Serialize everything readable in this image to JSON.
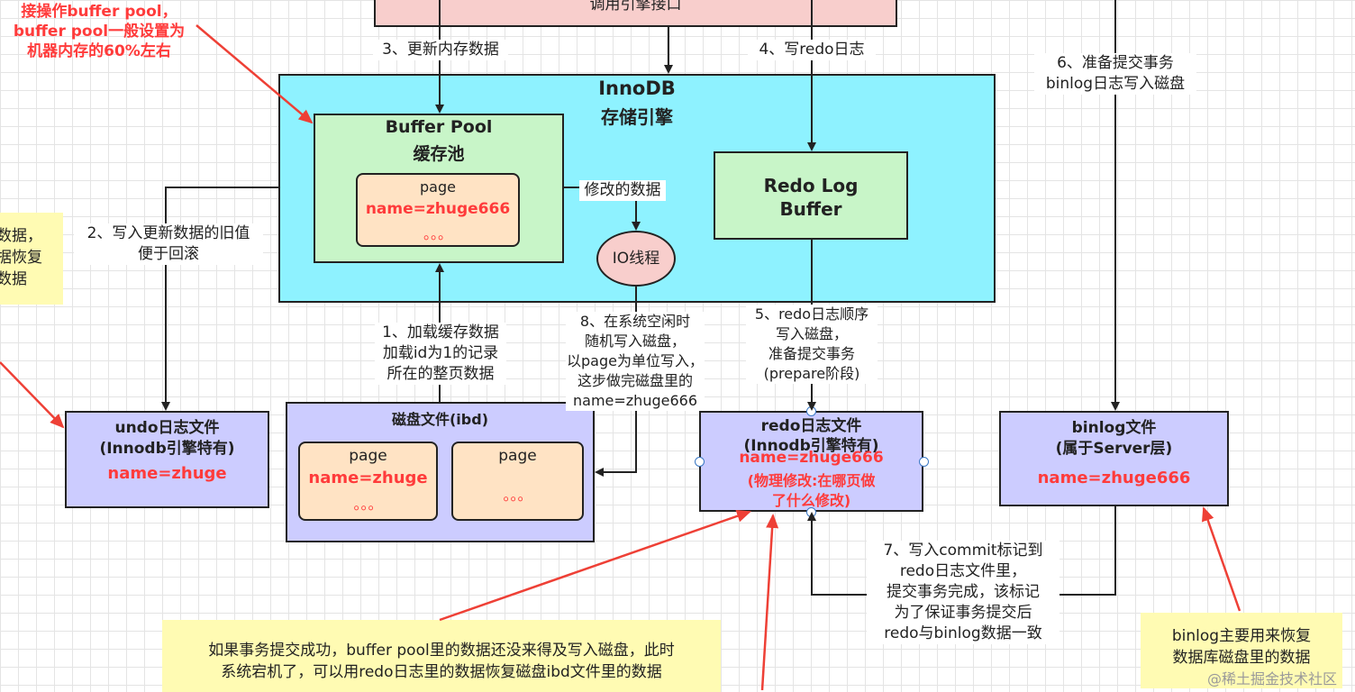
{
  "top_box_label": "调用引擎接口",
  "red_annotation": [
    "接操作buffer pool，",
    "buffer pool一般设置为",
    "机器内存的60%左右"
  ],
  "innodb": {
    "title": "InnoDB",
    "subtitle": "存储引擎"
  },
  "buffer_pool": {
    "title": "Buffer Pool",
    "subtitle": "缓存池",
    "page": {
      "title": "page",
      "value": "name=zhuge666",
      "dots": "。。。"
    }
  },
  "redo_log_buffer": {
    "line1": "Redo Log",
    "line2": "Buffer"
  },
  "io_thread": "IO线程",
  "modified_data_label": "修改的数据",
  "steps": {
    "s1": [
      "1、加载缓存数据",
      "加载id为1的记录",
      "所在的整页数据"
    ],
    "s2": [
      "2、写入更新数据的旧值",
      "便于回滚"
    ],
    "s3": "3、更新内存数据",
    "s4": "4、写redo日志",
    "s5": [
      "5、redo日志顺序",
      "写入磁盘，",
      "准备提交事务",
      "(prepare阶段)"
    ],
    "s6": [
      "6、准备提交事务",
      "binlog日志写入磁盘"
    ],
    "s7": [
      "7、写入commit标记到",
      "redo日志文件里，",
      "提交事务完成，该标记",
      "为了保证事务提交后",
      "redo与binlog数据一致"
    ],
    "s8": [
      "8、在系统空闲时",
      "随机写入磁盘，",
      "以page为单位写入，",
      "这步做完磁盘里的",
      "name=zhuge666"
    ]
  },
  "undo_file": {
    "title": "undo日志文件",
    "subtitle": "(Innodb引擎特有)",
    "value": "name=zhuge"
  },
  "disk_file": {
    "title": "磁盘文件(ibd)",
    "page1": {
      "title": "page",
      "value": "name=zhuge",
      "dots": "。。。"
    },
    "page2": {
      "title": "page",
      "dots": "。。。"
    }
  },
  "redo_file": {
    "title": "redo日志文件",
    "subtitle": "(Innodb引擎特有)",
    "value": "name=zhuge666",
    "note": [
      "(物理修改:在哪页做",
      "了什么修改)"
    ]
  },
  "binlog_file": {
    "title": "binlog文件",
    "subtitle": "(属于Server层)",
    "value": "name=zhuge666"
  },
  "left_note": [
    "数据，",
    "据恢复",
    "数据"
  ],
  "bottom_note": [
    "如果事务提交成功，buffer pool里的数据还没来得及写入磁盘，此时",
    "系统宕机了，可以用redo日志里的数据恢复磁盘ibd文件里的数据"
  ],
  "binlog_note": [
    "binlog主要用来恢复",
    "数据库磁盘里的数据"
  ],
  "watermark": "@稀土掘金技术社区",
  "colors": {
    "innodb": "#8ef2ff",
    "buffer_pool": "#c8f5c8",
    "page": "#ffe3c4",
    "file_box": "#ccccff",
    "top_box": "#f8cecc",
    "io_thread": "#f8cecc",
    "note": "#fffbb3",
    "red": "#ff3b3b"
  }
}
